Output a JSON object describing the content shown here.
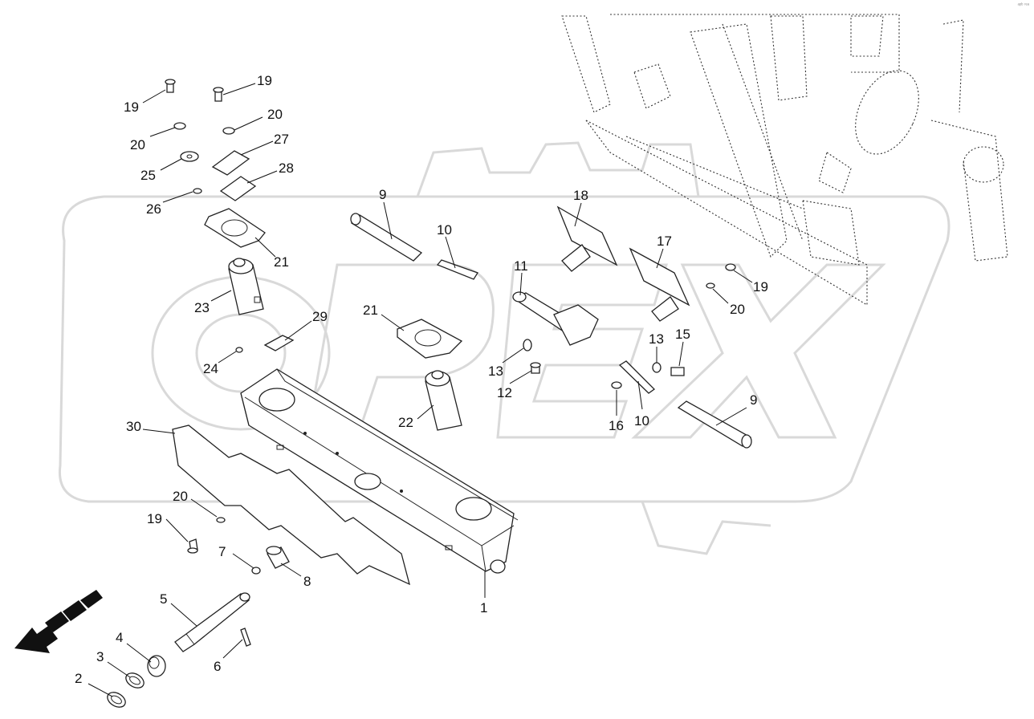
{
  "corner_mark": "ᵃᵖᵇ ʳᵉᵃ",
  "watermark": {
    "text": "OPEX"
  },
  "callouts": [
    {
      "id": "c1",
      "label": "1"
    },
    {
      "id": "c2",
      "label": "2"
    },
    {
      "id": "c3",
      "label": "3"
    },
    {
      "id": "c4",
      "label": "4"
    },
    {
      "id": "c5",
      "label": "5"
    },
    {
      "id": "c6",
      "label": "6"
    },
    {
      "id": "c7",
      "label": "7"
    },
    {
      "id": "c8",
      "label": "8"
    },
    {
      "id": "c9a",
      "label": "9"
    },
    {
      "id": "c9b",
      "label": "9"
    },
    {
      "id": "c10a",
      "label": "10"
    },
    {
      "id": "c10b",
      "label": "10"
    },
    {
      "id": "c11",
      "label": "11"
    },
    {
      "id": "c12",
      "label": "12"
    },
    {
      "id": "c13a",
      "label": "13"
    },
    {
      "id": "c13b",
      "label": "13"
    },
    {
      "id": "c15",
      "label": "15"
    },
    {
      "id": "c16",
      "label": "16"
    },
    {
      "id": "c17",
      "label": "17"
    },
    {
      "id": "c18",
      "label": "18"
    },
    {
      "id": "c19a",
      "label": "19"
    },
    {
      "id": "c19b",
      "label": "19"
    },
    {
      "id": "c19c",
      "label": "19"
    },
    {
      "id": "c19d",
      "label": "19"
    },
    {
      "id": "c20a",
      "label": "20"
    },
    {
      "id": "c20b",
      "label": "20"
    },
    {
      "id": "c20c",
      "label": "20"
    },
    {
      "id": "c20d",
      "label": "20"
    },
    {
      "id": "c21a",
      "label": "21"
    },
    {
      "id": "c21b",
      "label": "21"
    },
    {
      "id": "c22",
      "label": "22"
    },
    {
      "id": "c23",
      "label": "23"
    },
    {
      "id": "c24",
      "label": "24"
    },
    {
      "id": "c25",
      "label": "25"
    },
    {
      "id": "c26",
      "label": "26"
    },
    {
      "id": "c27",
      "label": "27"
    },
    {
      "id": "c28",
      "label": "28"
    },
    {
      "id": "c29",
      "label": "29"
    },
    {
      "id": "c30",
      "label": "30"
    }
  ]
}
